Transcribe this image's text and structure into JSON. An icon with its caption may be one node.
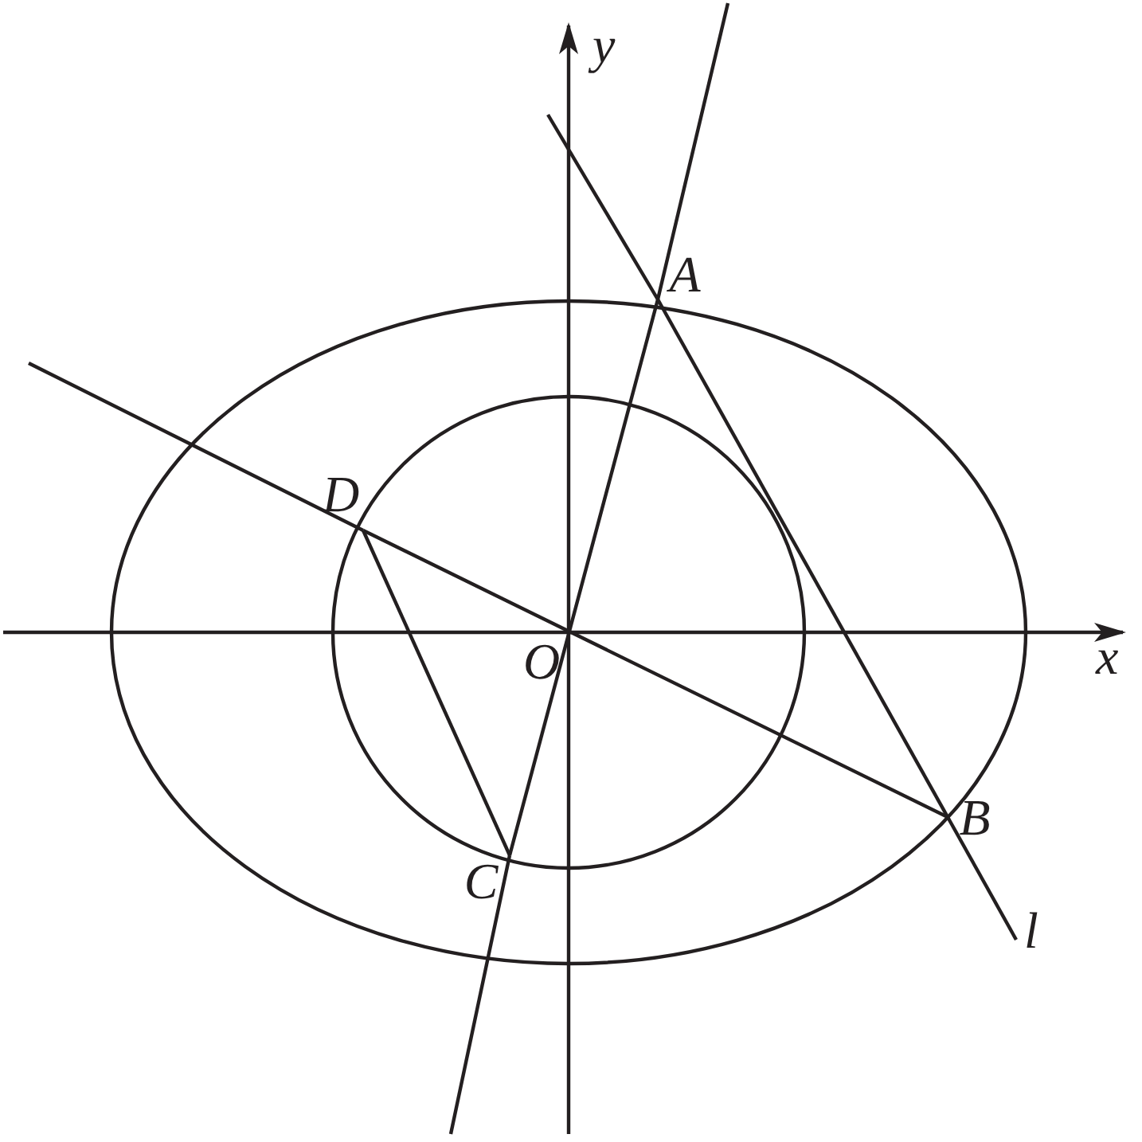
{
  "diagram": {
    "nodes": [
      {
        "text": [
          "A"
        ]
      },
      {
        "text": [
          "B"
        ]
      },
      {
        "text": [
          "C"
        ]
      },
      {
        "text": [
          "D"
        ]
      },
      {
        "text": [
          "O"
        ]
      }
    ],
    "edges": [
      {
        "from": 0,
        "to": 2,
        "arrow": "none"
      },
      {
        "from": 3,
        "to": 1,
        "arrow": "none"
      },
      {
        "from": 0,
        "to": 1,
        "arrow": "none",
        "label": "l"
      },
      {
        "from": 3,
        "to": 2,
        "arrow": "none"
      }
    ],
    "labels": [
      "y",
      "x"
    ]
  }
}
